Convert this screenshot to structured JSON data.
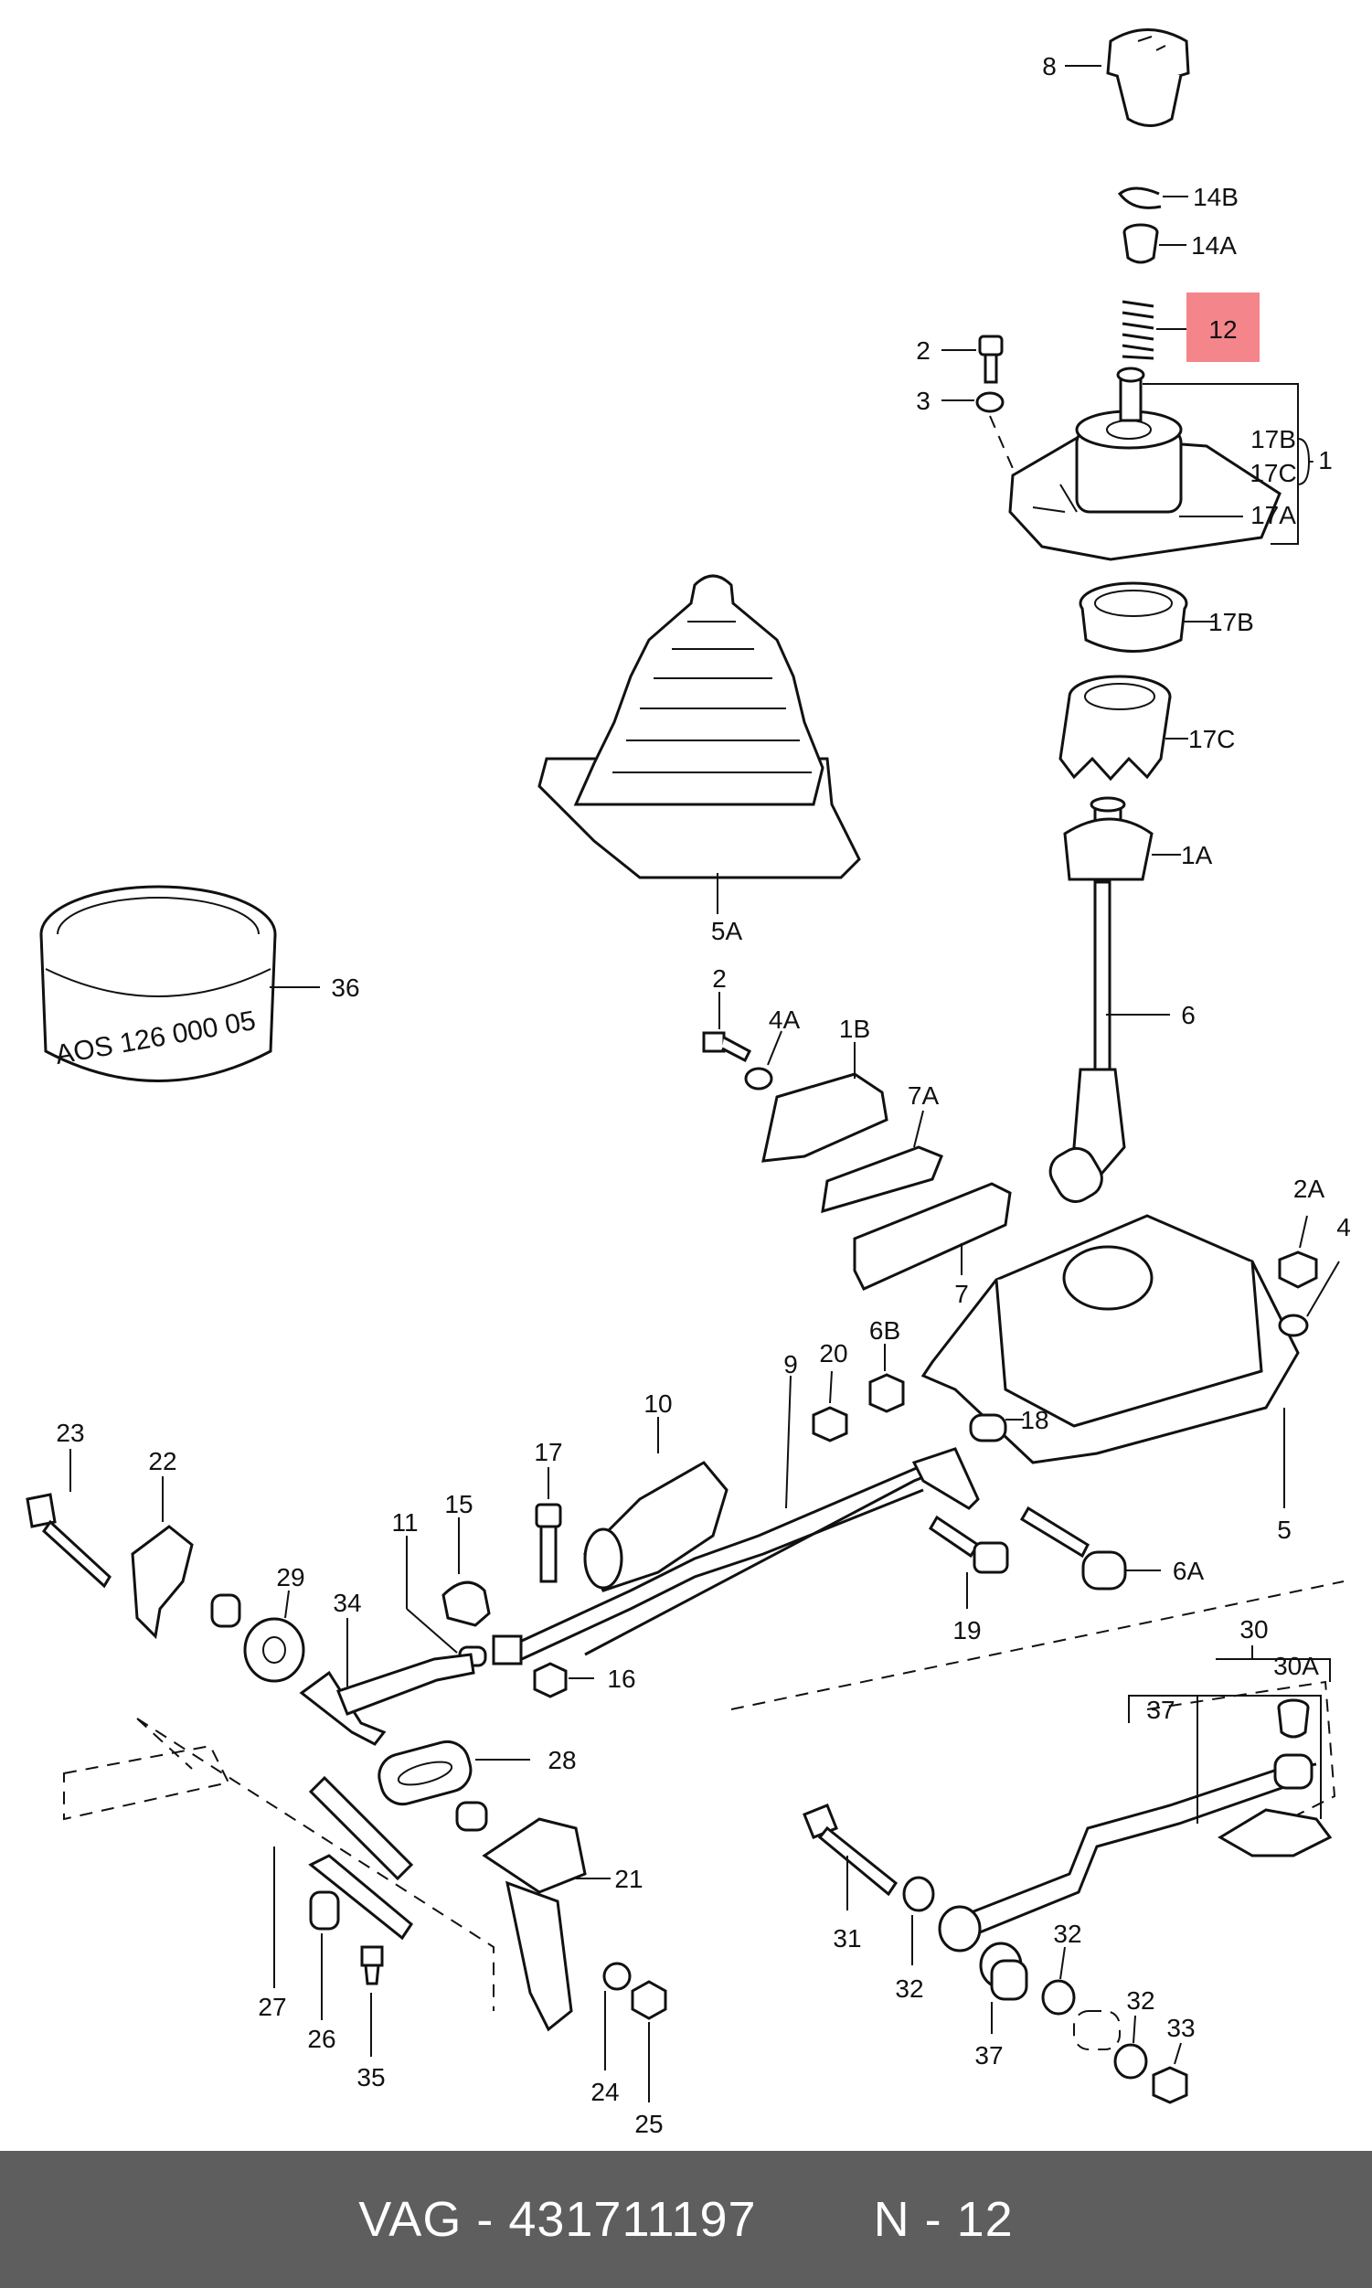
{
  "footer": {
    "part_text": "VAG - 431711197",
    "page_text": "N - 12"
  },
  "highlight": {
    "label": "12",
    "color": "#f4858a"
  },
  "ring_print": "AOS 126 000 05",
  "labels": {
    "l8": "8",
    "l14B": "14B",
    "l14A": "14A",
    "l2": "2",
    "l3": "3",
    "l17B": "17B",
    "l17C": "17C",
    "l1": "1",
    "l17A": "17A",
    "l17B2": "17B",
    "l17C2": "17C",
    "l1A": "1A",
    "l5A": "5A",
    "l36": "36",
    "l6": "6",
    "l2b": "2",
    "l4A": "4A",
    "l1B": "1B",
    "l7A": "7A",
    "l7": "7",
    "l2A": "2A",
    "l4": "4",
    "l9": "9",
    "l20": "20",
    "l6B": "6B",
    "l10": "10",
    "l18": "18",
    "l5": "5",
    "l23": "23",
    "l22": "22",
    "l17": "17",
    "l15": "15",
    "l29": "29",
    "l34": "34",
    "l11": "11",
    "l16": "16",
    "l19": "19",
    "l6A": "6A",
    "l30": "30",
    "l30A": "30A",
    "l37": "37",
    "l28": "28",
    "l21": "21",
    "l31": "31",
    "l32": "32",
    "l32b": "32",
    "l32c": "32",
    "l37b": "37",
    "l33": "33",
    "l27": "27",
    "l26": "26",
    "l35": "35",
    "l24": "24",
    "l25": "25"
  }
}
